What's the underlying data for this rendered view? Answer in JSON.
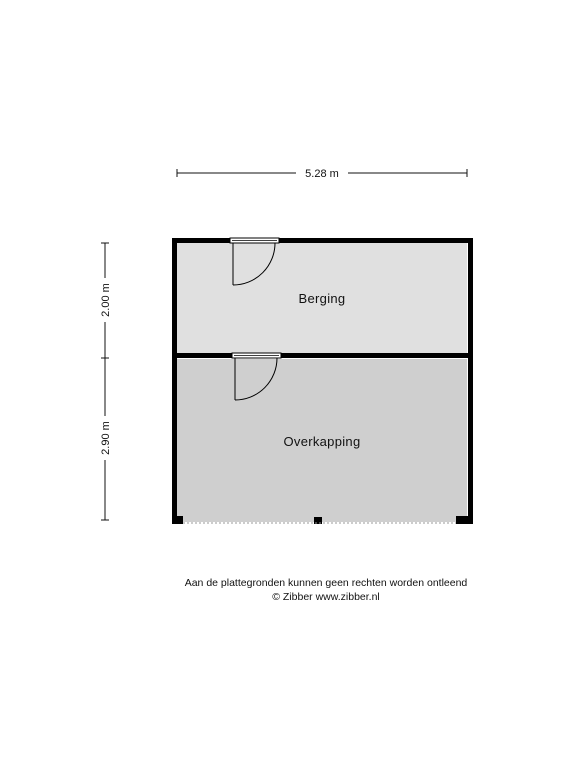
{
  "dimensions": {
    "width": "5.28 m",
    "height_top": "2.00 m",
    "height_bottom": "2.90 m"
  },
  "rooms": {
    "storage": "Berging",
    "canopy": "Overkapping"
  },
  "colors": {
    "storage_fill": "#e0e0e0",
    "canopy_fill": "#cfcfcf",
    "wall": "#000000"
  },
  "footer": {
    "disclaimer": "Aan de plattegronden kunnen geen rechten worden ontleend",
    "copyright": "© Zibber www.zibber.nl"
  }
}
